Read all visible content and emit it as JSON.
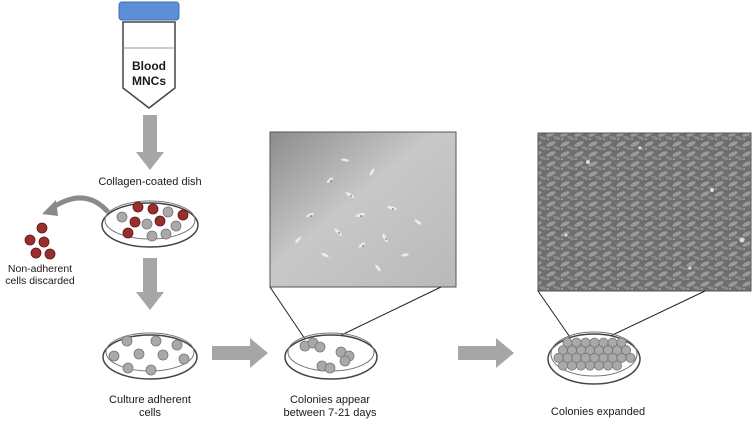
{
  "tube": {
    "line1": "Blood",
    "line2": "MNCs"
  },
  "dish_label": "Collagen-coated dish",
  "discard_label": {
    "line1": "Non-adherent",
    "line2": "cells discarded"
  },
  "culture_label": {
    "line1": "Culture adherent",
    "line2": "cells"
  },
  "colonies_label": {
    "line1": "Colonies appear",
    "line2": "between 7-21 days"
  },
  "expanded_label": "Colonies expanded",
  "colors": {
    "cap": "#5b8fd8",
    "red_cell": "#9b2d2d",
    "grey_cell": "#a9a9a9",
    "arrow": "#a6a6a6",
    "outline": "#333333"
  }
}
